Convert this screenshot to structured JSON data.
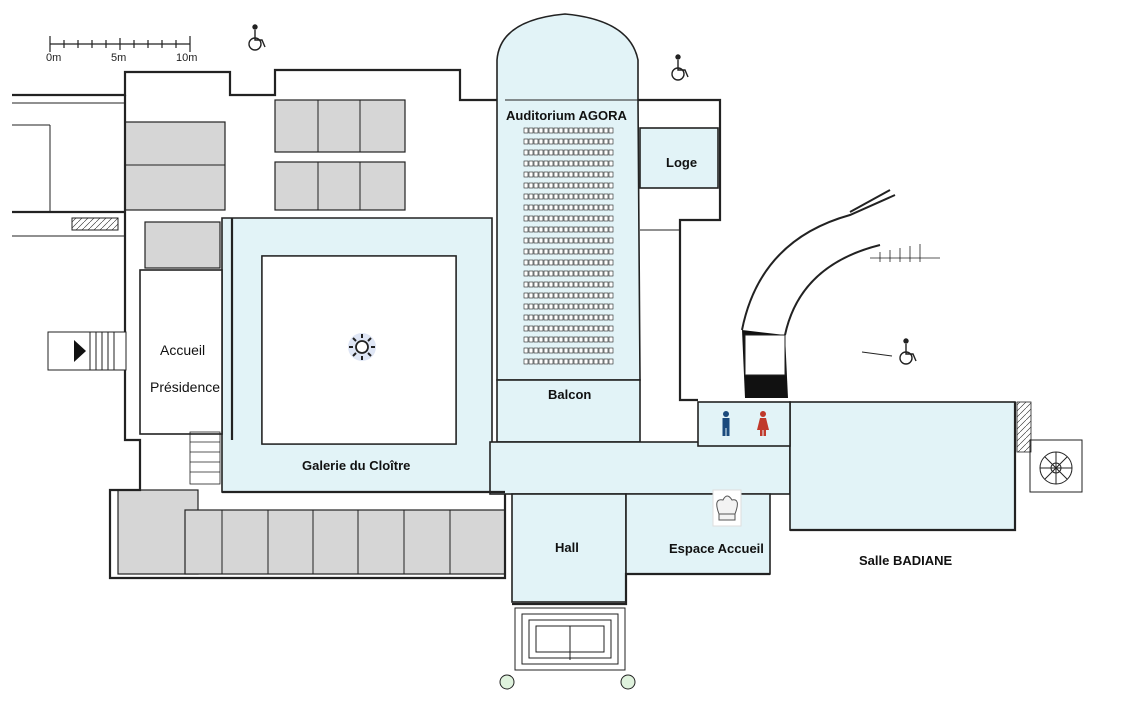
{
  "scale": {
    "ticks": [
      "0m",
      "5m",
      "10m"
    ]
  },
  "rooms": {
    "auditorium": "Auditorium AGORA",
    "loge": "Loge",
    "accueil": "Accueil",
    "presidence": "Présidence",
    "balcon": "Balcon",
    "galerie": "Galerie du Cloître",
    "hall": "Hall",
    "espace_accueil": "Espace Accueil",
    "salle_badiane": "Salle BADIANE"
  },
  "colors": {
    "public_area": "#e2f3f7",
    "service_area": "#d6d6d6",
    "wall": "#222222"
  },
  "icons": [
    "wheelchair-icon",
    "sun-icon",
    "chef-hat-icon",
    "man-wc-icon",
    "woman-wc-icon",
    "stair-arrow-icon"
  ]
}
